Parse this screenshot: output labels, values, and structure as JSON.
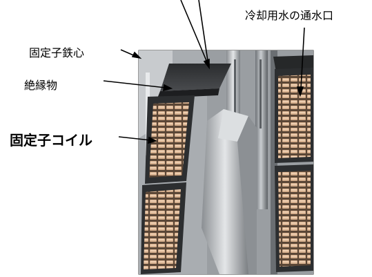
{
  "labels": {
    "stator_core": "固定子鉄心",
    "insulation": "絶縁物",
    "stator_coil": "固定子コイル",
    "cooling_water_outlet": "冷却用水の通水口"
  }
}
